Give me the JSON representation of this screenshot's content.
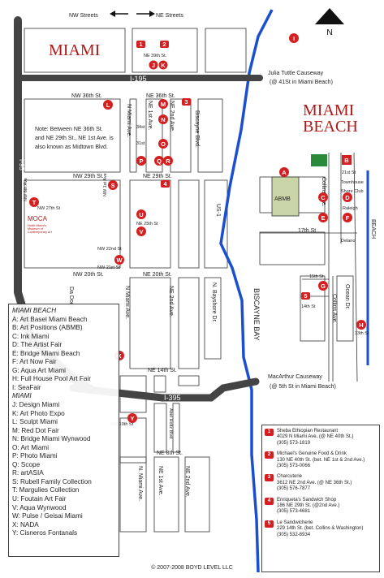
{
  "header": {
    "nw_streets": "NW Streets",
    "ne_streets": "NE Streets",
    "compass": "N"
  },
  "areas": {
    "miami": "MIAMI",
    "miami_beach_line1": "MIAMI",
    "miami_beach_line2": "BEACH",
    "note_lines": [
      "Note: Between NE 36th St.",
      "and NE 29th St., NE 1st Ave. is",
      "also known as Midtown Blvd."
    ],
    "moca": "MOCA",
    "moca_sub": [
      "North Miami's",
      "Museum of",
      "Contemporary Art"
    ],
    "abmb": "ABMB"
  },
  "roads": {
    "i195": "I-195",
    "i395": "I-395",
    "i95": "I-95",
    "julia_tuttle": "Julia Tuttle Causeway",
    "julia_tuttle_sub": "(@ 41St in Miami Beach)",
    "macarthur": "MacArthur Causeway",
    "macarthur_sub": "(@ 5th St in Miami Beach)",
    "biscayne_bay": "BISCAYNE BAY",
    "beach": "BEACH",
    "us1": "US-1"
  },
  "streets": {
    "ne39": "NE 39th St.",
    "nw36": "NW 36th St.",
    "ne36": "NE 36th St.",
    "s34": "34st",
    "s31": "31st",
    "nw29": "NW 29th St.",
    "ne29": "NE 29th St.",
    "nw6": "NW 6th Ave",
    "nw1": "NW 1st Ave",
    "nw27": "NW 27th St",
    "ne25": "NE 25th St",
    "nw22": "NW 22nd St",
    "nw21": "NW 21st St",
    "nw20": "NW 20th St.",
    "ne20": "NE 20th St.",
    "ne14": "NE 14th St.",
    "ne8": "NE 8th St.",
    "nw10": "NW 10th St",
    "n_miami": "N Miami Ave.",
    "ne_1st": "NE 1st Ave.",
    "ne_2nd": "NE 2nd Ave.",
    "biscayne_blvd": "Biscayne Blvd.",
    "n_bayshore": "N. Bayshore Dr.",
    "da_dorn": "Da Dorn",
    "n_miami_lower": "N. Miami Ave.",
    "ne_1st_lower": "NE 1st Ave.",
    "ne_2nd_lower": "NE 2nd Ave.",
    "abel_holtz": "Abel Holtz Blvd",
    "collins": "Collins Ave.",
    "collins_lower": "Collins Ave.",
    "ocean": "Ocean Dr.",
    "st21": "21st St",
    "townhouse": "Townhouse",
    "shore_club": "Shore Club",
    "raleigh": "Raleigh",
    "st17": "17th St",
    "delano": "Delano",
    "st15": "15th St",
    "st14": "14th St",
    "st13": "13th St"
  },
  "markers": [
    "A",
    "B",
    "C",
    "D",
    "E",
    "F",
    "G",
    "H",
    "I",
    "J",
    "K",
    "L",
    "M",
    "N",
    "O",
    "P",
    "Q",
    "R",
    "S",
    "T",
    "U",
    "V",
    "W",
    "X",
    "Y"
  ],
  "restaurant_markers": [
    "1",
    "2",
    "3",
    "4",
    "5"
  ],
  "legend": {
    "sec1": "MIAMI BEACH",
    "items1": [
      "A: Art Basel Miami Beach",
      "B: Art Positions (ABMB)",
      "C: Ink Miami",
      "D: The Artist Fair",
      "E: Bridge Miami Beach",
      "F: Art Now Fair",
      "G: Aqua Art Miami",
      "H: Full House Pool Art Fair",
      "I: SeaFair"
    ],
    "sec2": "MIAMI",
    "items2": [
      "J: Design Miami",
      "K: Art Photo Expo",
      "L: Sculpt Miami",
      "M: Red Dot Fair",
      "N: Bridge Miami Wynwood",
      "O: Art Miami",
      "P: Photo Miami",
      "Q: Scope",
      "R: artASIA",
      "S: Rubell Family Collection",
      "T: Margulies Collection",
      "U: Foutain Art Fair",
      "V: Aqua Wynwood",
      "W: Pulse / Geisai Miami",
      "X: NADA",
      "Y: Cisneros Fontanals"
    ]
  },
  "restaurants": [
    {
      "num": "1",
      "name": "Sheba Ethiopian Restaurant",
      "addr": "4029 N Miami Ave. (@ NE 40th St.)",
      "phone": "(305) 573-1819"
    },
    {
      "num": "2",
      "name": "Michael's Genuine Food & Drink",
      "addr": "130 NE 40th St. (bet. NE 1st & 2nd Ave.)",
      "phone": "(305) 573-0066"
    },
    {
      "num": "3",
      "name": "Charcuterie",
      "addr": "3612 NE 2nd Ave. (@ NE 36th St.)",
      "phone": "(305) 576-7877"
    },
    {
      "num": "4",
      "name": "Enriqueta's Sandwich Shop",
      "addr": "186 NE 29th St. (@2nd Ave.)",
      "phone": "(305) 573-4681"
    },
    {
      "num": "5",
      "name": "Le Sandwicherie",
      "addr": "229 14th St. (bet. Collins & Washington)",
      "phone": "(305) 532-8934"
    }
  ],
  "footer": {
    "copyright": "© 2007-2008 BOYD LEVEL LLC"
  },
  "colors": {
    "marker": "#d42020",
    "water": "#1a4fd0",
    "highway": "#444444",
    "title": "#b01818",
    "building": "#2a8a3a"
  }
}
